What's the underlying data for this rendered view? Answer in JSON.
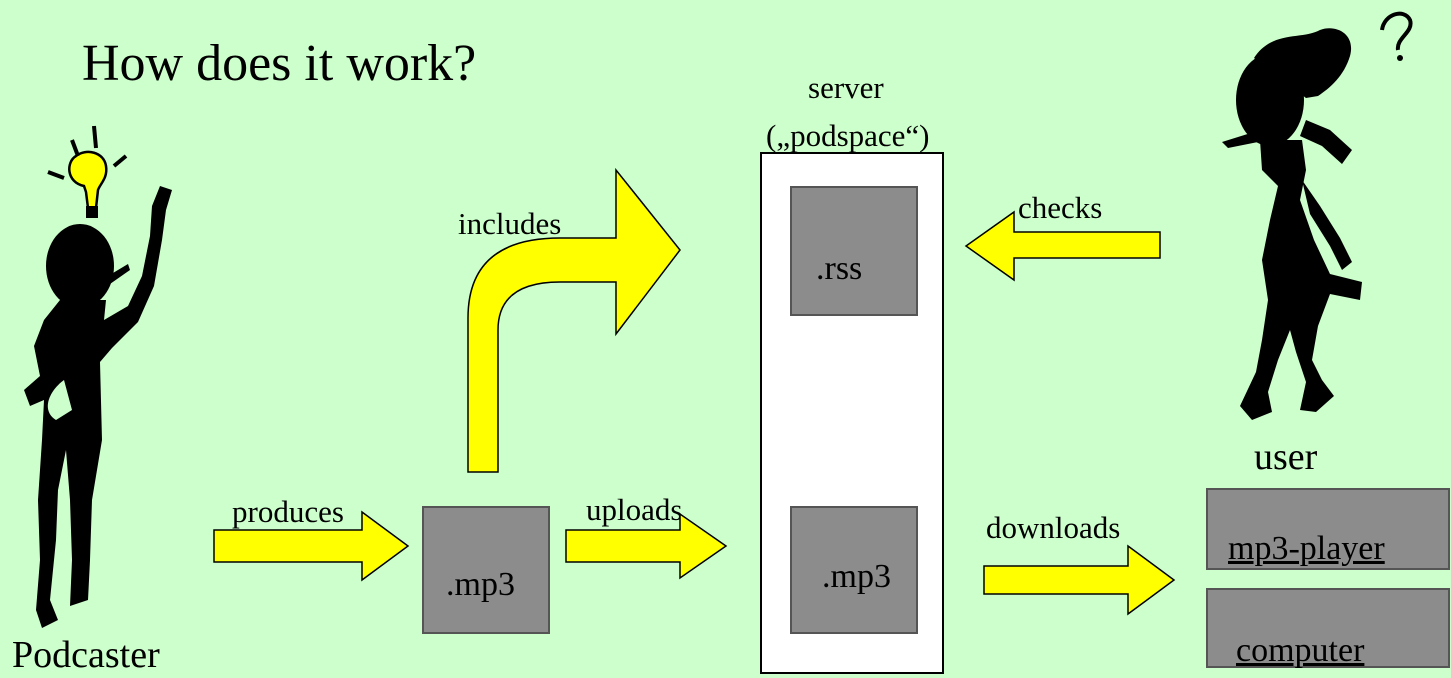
{
  "title": "How does it work?",
  "server": {
    "label_line1": "server",
    "label_line2": "(„podspace“)",
    "rss_label": ".rss",
    "mp3_label": ".mp3"
  },
  "podcaster": {
    "label": "Podcaster",
    "mp3_label": ".mp3"
  },
  "user": {
    "label": "user",
    "device1": "mp3-player",
    "device2": "computer"
  },
  "arrows": {
    "produces": "produces",
    "uploads": "uploads",
    "includes": "includes",
    "checks": "checks",
    "downloads": "downloads"
  },
  "colors": {
    "background": "#ccffcc",
    "arrow_fill": "#ffff00",
    "box_fill": "#8c8c8c"
  },
  "icons": [
    "lightbulb-icon",
    "podcaster-figure-icon",
    "thinking-user-figure-icon",
    "question-mark-icon"
  ]
}
